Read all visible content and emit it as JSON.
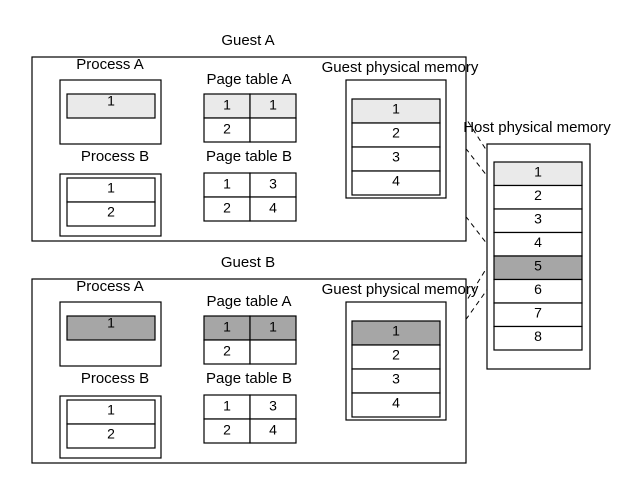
{
  "colors": {
    "light": "#eaeaea",
    "dark": "#a6a6a6",
    "empty": "#ffffff"
  },
  "guests": [
    {
      "title": "Guest A",
      "process_a": {
        "label": "Process A",
        "pages": [
          "1"
        ]
      },
      "process_b": {
        "label": "Process B",
        "pages": [
          "1",
          "2"
        ]
      },
      "page_table_a": {
        "label": "Page table A",
        "rows": [
          [
            "1",
            "1"
          ],
          [
            "2",
            ""
          ]
        ]
      },
      "page_table_b": {
        "label": "Page table B",
        "rows": [
          [
            "1",
            "3"
          ],
          [
            "2",
            "4"
          ]
        ]
      },
      "guest_memory": {
        "label": "Guest physical memory",
        "frames": [
          "1",
          "2",
          "3",
          "4"
        ]
      },
      "highlight": "light"
    },
    {
      "title": "Guest B",
      "process_a": {
        "label": "Process A",
        "pages": [
          "1"
        ]
      },
      "process_b": {
        "label": "Process B",
        "pages": [
          "1",
          "2"
        ]
      },
      "page_table_a": {
        "label": "Page table A",
        "rows": [
          [
            "1",
            "1"
          ],
          [
            "2",
            ""
          ]
        ]
      },
      "page_table_b": {
        "label": "Page table B",
        "rows": [
          [
            "1",
            "3"
          ],
          [
            "2",
            "4"
          ]
        ]
      },
      "guest_memory": {
        "label": "Guest physical memory",
        "frames": [
          "1",
          "2",
          "3",
          "4"
        ]
      },
      "highlight": "dark"
    }
  ],
  "host_memory": {
    "label": "Host physical memory",
    "frames": [
      "1",
      "2",
      "3",
      "4",
      "5",
      "6",
      "7",
      "8"
    ],
    "highlight": {
      "1": "light",
      "5": "dark"
    }
  },
  "mappings": [
    {
      "guest": 0,
      "guest_frame": "1",
      "host_frame": "1"
    },
    {
      "guest": 1,
      "guest_frame": "1",
      "host_frame": "5"
    }
  ]
}
